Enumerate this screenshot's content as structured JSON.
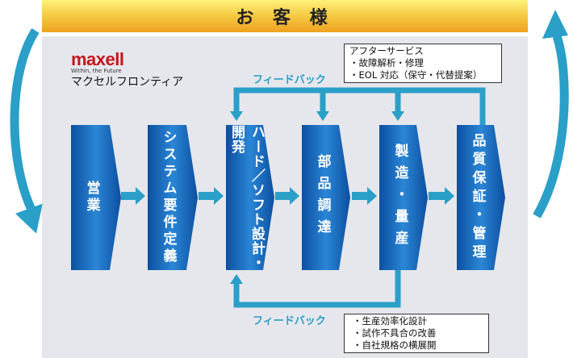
{
  "customer": "お 客 様",
  "logo": {
    "brand": "maxell",
    "tagline": "Within, the Future",
    "company": "マクセルフロンティア"
  },
  "feedback_top": "フィードバック",
  "feedback_bottom": "フィードバック",
  "after_service": [
    "アフターサービス",
    "・故障解析・修理",
    "・EOL 対応（保守・代替提案）"
  ],
  "improvements": [
    "・生産効率化設計",
    "・試作不具合の改善",
    "・自社規格の横展開"
  ],
  "steps": [
    "営業",
    "システム要件定義",
    "ハード／ソフト設計・開発",
    "部品調達",
    "製造・量産",
    "品質保証・管理"
  ],
  "colors": {
    "arrow": "#2a9fc8",
    "step": "#1b63b5"
  }
}
